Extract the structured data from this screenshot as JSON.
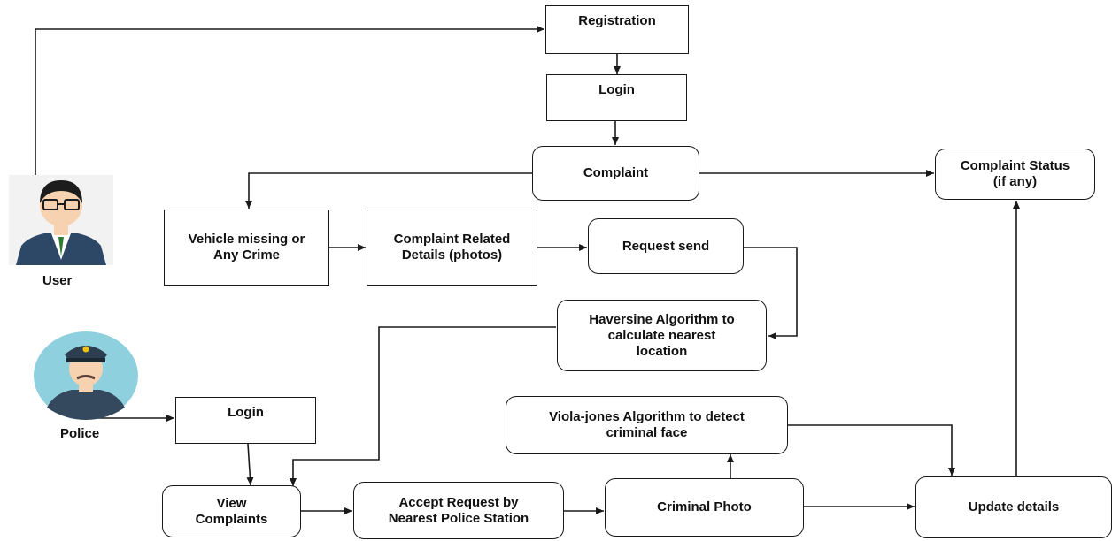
{
  "actors": {
    "user": {
      "label": "User",
      "icon": "user-avatar-icon"
    },
    "police": {
      "label": "Police",
      "icon": "police-officer-icon"
    }
  },
  "nodes": {
    "registration": "Registration",
    "user_login": "Login",
    "complaint": "Complaint",
    "complaint_status": "Complaint Status\n(if any)",
    "vehicle_missing": "Vehicle missing or\nAny Crime",
    "complaint_details": "Complaint Related\nDetails (photos)",
    "request_send": "Request  send",
    "haversine": "Haversine Algorithm to\ncalculate nearest\nlocation",
    "police_login": "Login",
    "viola_jones": "Viola-jones Algorithm to detect\ncriminal face",
    "view_complaints": "View\nComplaints",
    "accept_request": "Accept Request by\nNearest Police Station",
    "criminal_photo": "Criminal Photo",
    "update_details": "Update details"
  },
  "colors": {
    "line": "#1a1a1a",
    "user_bg": "#f2f2f2",
    "police_bg": "#8fd0df",
    "suit": "#2d4766",
    "tie": "#2e7d32",
    "skin": "#f6d2b0",
    "uniform": "#34495e"
  }
}
